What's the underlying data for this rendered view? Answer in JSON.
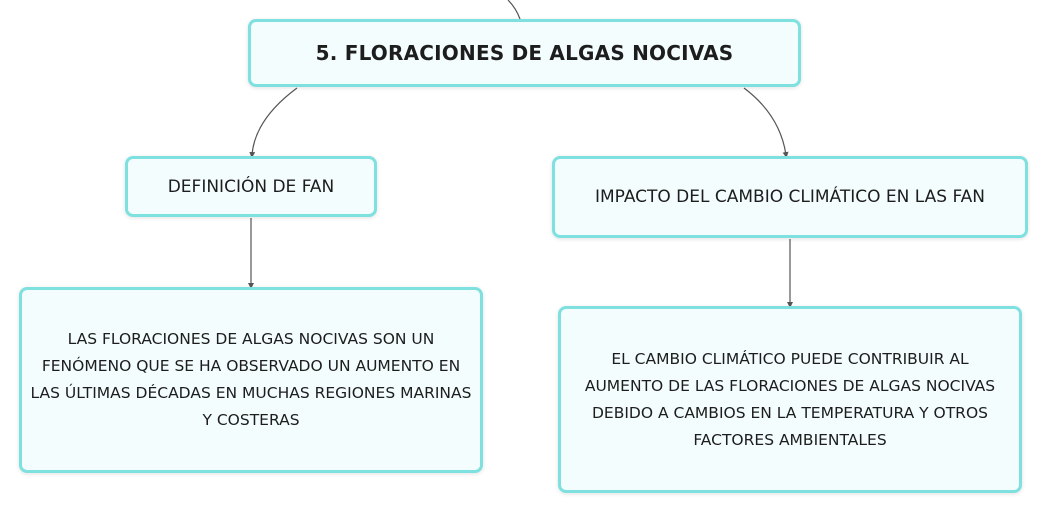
{
  "root": {
    "title": "5. FLORACIONES DE ALGAS NOCIVAS"
  },
  "topics": [
    {
      "title": "DEFINICIÓN DE FAN",
      "detail": "LAS FLORACIONES DE ALGAS NOCIVAS SON UN FENÓMENO QUE SE HA OBSERVADO UN AUMENTO EN LAS ÚLTIMAS DÉCADAS EN MUCHAS REGIONES MARINAS Y COSTERAS"
    },
    {
      "title": "IMPACTO DEL CAMBIO CLIMÁTICO EN LAS FAN",
      "detail": "EL CAMBIO CLIMÁTICO PUEDE CONTRIBUIR AL AUMENTO DE LAS FLORACIONES DE ALGAS NOCIVAS DEBIDO A CAMBIOS EN LA TEMPERATURA Y OTROS FACTORES AMBIENTALES"
    }
  ],
  "colors": {
    "node_fill": "#f3fdfd",
    "node_border": "#7fe0e0",
    "connector": "#555555",
    "text": "#1d1d1d"
  }
}
